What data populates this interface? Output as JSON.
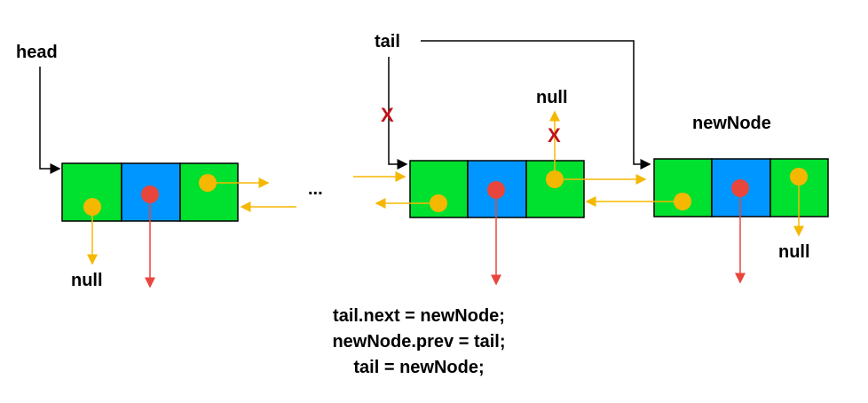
{
  "labels": {
    "head": "head",
    "tail": "tail",
    "new_node": "newNode",
    "ellipsis": "...",
    "null_left": "null",
    "null_top": "null",
    "null_right": "null",
    "x_mark_tail": "X",
    "x_mark_next": "X"
  },
  "code_lines": [
    "tail.next = newNode;",
    "newNode.prev = tail;",
    "tail = newNode;"
  ],
  "colors": {
    "node_green": "#00e02e",
    "node_blue": "#0096ff",
    "pointer_orange": "#f5b800",
    "data_red": "#e8453c",
    "cross_red": "#c0141b"
  }
}
